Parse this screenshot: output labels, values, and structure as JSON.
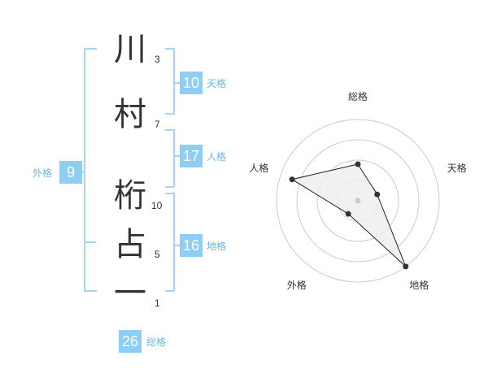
{
  "name": {
    "chars": [
      {
        "char": "川",
        "strokes": "3"
      },
      {
        "char": "村",
        "strokes": "7"
      },
      {
        "char": "桁",
        "strokes": "10"
      },
      {
        "char": "占",
        "strokes": "5"
      },
      {
        "char": "一",
        "strokes": "1"
      }
    ]
  },
  "fortunes": {
    "tenkaku": {
      "value": "10",
      "label": "天格"
    },
    "jinkaku": {
      "value": "17",
      "label": "人格"
    },
    "chikaku": {
      "value": "16",
      "label": "地格"
    },
    "gaikaku": {
      "value": "9",
      "label": "外格"
    },
    "soukaku": {
      "value": "26",
      "label": "総格"
    }
  },
  "colors": {
    "bracket": "#a6d4f2",
    "box": "#8ecdf4",
    "label": "#6ab8ea",
    "text": "#333333",
    "radar_fill": "#eeeeee",
    "radar_grid": "#cccccc"
  },
  "chart_data": {
    "type": "radar",
    "axes": [
      "総格",
      "天格",
      "地格",
      "外格",
      "人格"
    ],
    "values": [
      0.45,
      0.25,
      1.0,
      0.2,
      0.85
    ],
    "scale": [
      0,
      1
    ],
    "rings": 4
  }
}
